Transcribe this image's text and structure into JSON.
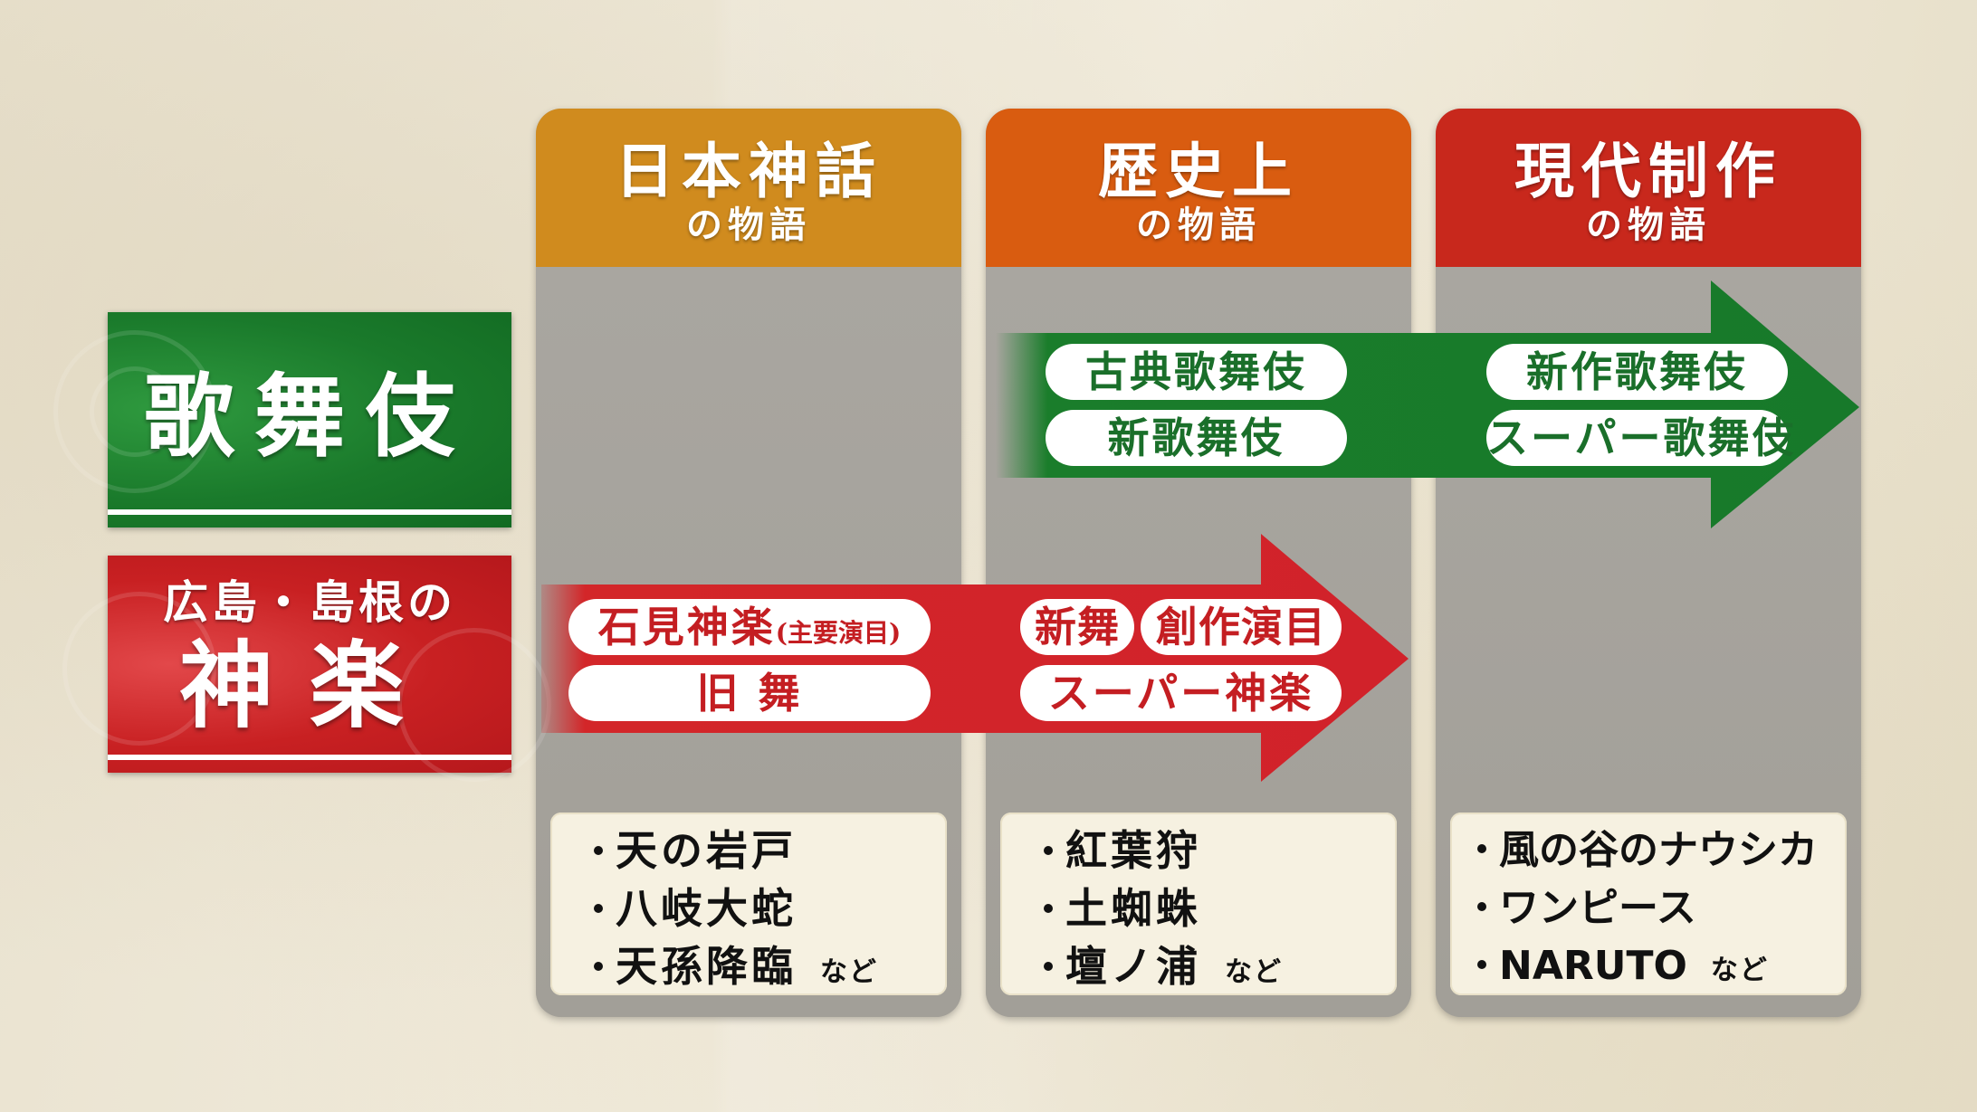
{
  "columns": [
    {
      "title": "日本神話",
      "subtitle": "の物語",
      "examples": [
        "天の岩戸",
        "八岐大蛇",
        "天孫降臨"
      ],
      "suffix": "など"
    },
    {
      "title": "歴史上",
      "subtitle": "の物語",
      "examples": [
        "紅葉狩",
        "土蜘蛛",
        "壇ノ浦"
      ],
      "suffix": "など"
    },
    {
      "title": "現代制作",
      "subtitle": "の物語",
      "examples": [
        "風の谷のナウシカ",
        "ワンピース",
        "NARUTO"
      ],
      "suffix": "など"
    }
  ],
  "genres": {
    "kabuki": {
      "name": "歌舞伎"
    },
    "kagura": {
      "region": "広島・島根の",
      "name": "神楽"
    }
  },
  "kabuki_arrow": {
    "pills": [
      "古典歌舞伎",
      "新歌舞伎",
      "新作歌舞伎",
      "スーパー歌舞伎"
    ]
  },
  "kagura_arrow": {
    "pills": [
      {
        "text": "石見神楽",
        "note": "(主要演目)"
      },
      {
        "text": "旧 舞"
      },
      {
        "text": "新舞"
      },
      {
        "text": "創作演目"
      },
      {
        "text": "スーパー神楽"
      }
    ]
  },
  "colors": {
    "col1_header": "#d08b1e",
    "col2_header": "#d95c10",
    "col3_header": "#c8281c",
    "column_body": "#a6a39c",
    "kabuki_green": "#1a7a2b",
    "kagura_red": "#c82022"
  }
}
